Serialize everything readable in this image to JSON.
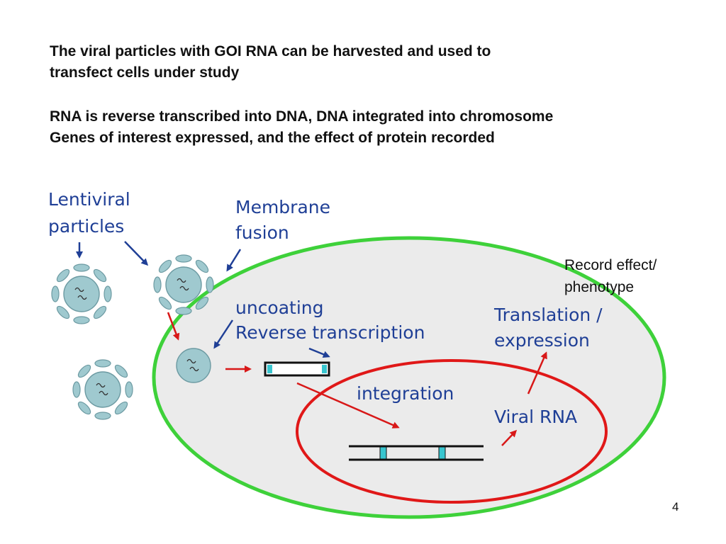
{
  "intro": {
    "line1": "The viral particles with GOI RNA can be harvested  and used to",
    "line2": "transfect cells under study"
  },
  "process": {
    "line1": "RNA is reverse transcribed into DNA, DNA integrated into chromosome",
    "line2": "Genes of interest expressed, and the effect of protein recorded"
  },
  "labels": {
    "lentiviral_1": "Lentiviral",
    "lentiviral_2": "particles",
    "membrane_1": "Membrane",
    "membrane_2": "fusion",
    "uncoating": "uncoating",
    "reverse_transcription": "Reverse transcription",
    "integration": "integration",
    "translation_1": "Translation /",
    "translation_2": "expression",
    "viral_rna": "Viral RNA",
    "record_1": "Record effect/",
    "record_2": "phenotype"
  },
  "page_number": "4",
  "colors": {
    "cell_membrane": "#3ed13a",
    "cytoplasm": "#ebebeb",
    "nucleus": "#e01818",
    "arrow_red": "#d81818",
    "arrow_blue": "#1f3f96",
    "particle_fill": "#9fc9cf",
    "dna_marker": "#38c5cf"
  }
}
